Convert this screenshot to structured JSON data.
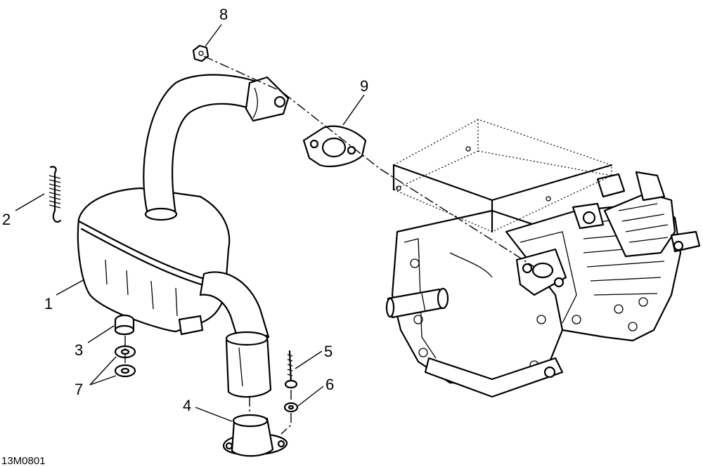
{
  "callouts": {
    "c1": "1",
    "c2": "2",
    "c3": "3",
    "c4": "4",
    "c5": "5",
    "c6": "6",
    "c7": "7",
    "c8": "8",
    "c9": "9"
  },
  "figure_id": "13M0801"
}
